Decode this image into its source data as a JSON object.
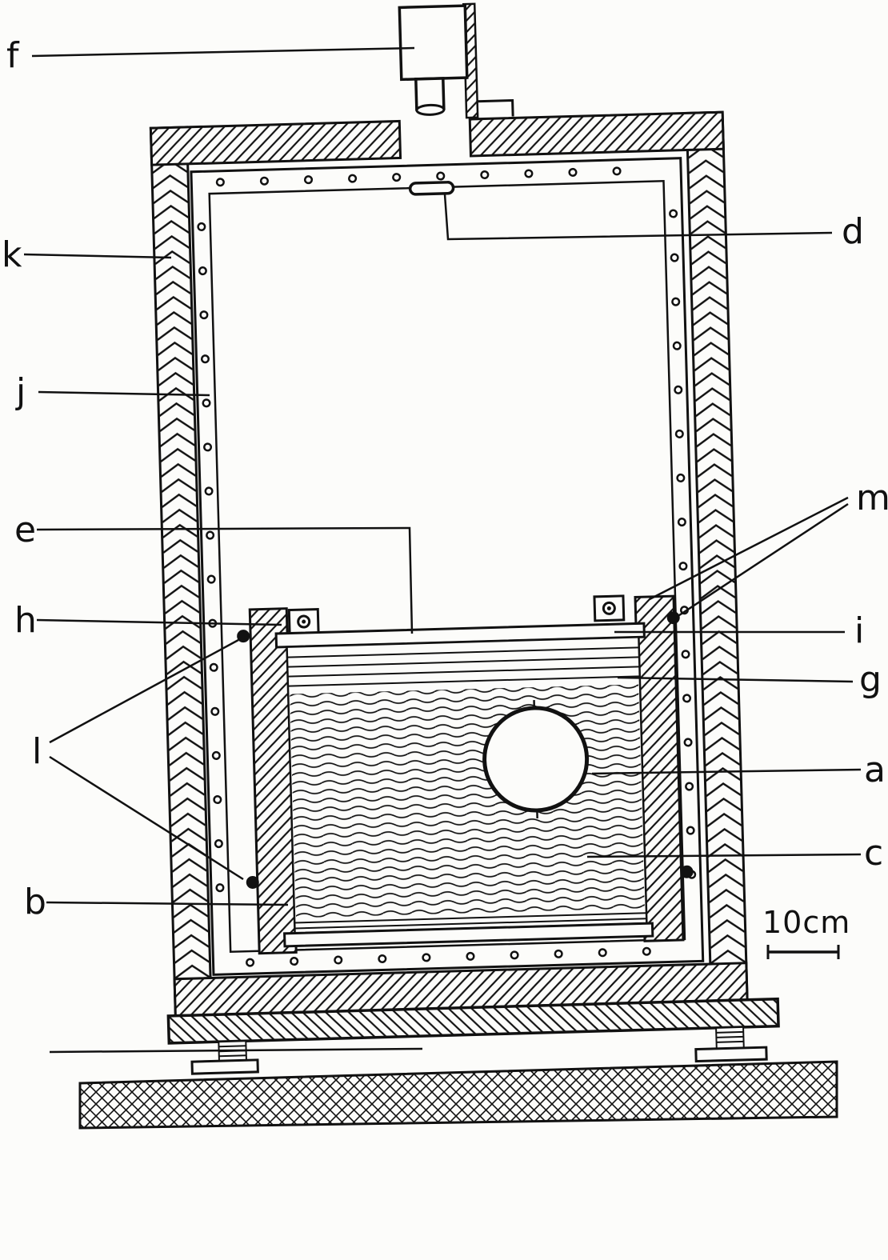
{
  "figure": {
    "part_labels": {
      "a": "a",
      "b": "b",
      "c": "c",
      "d": "d",
      "e": "e",
      "f": "f",
      "g": "g",
      "h": "h",
      "i": "i",
      "j": "j",
      "k": "k",
      "l": "l",
      "m": "m"
    },
    "scale_bar": {
      "label": "10cm"
    },
    "colors": {
      "ink": "#111111",
      "paper": "#fcfcfa"
    }
  }
}
